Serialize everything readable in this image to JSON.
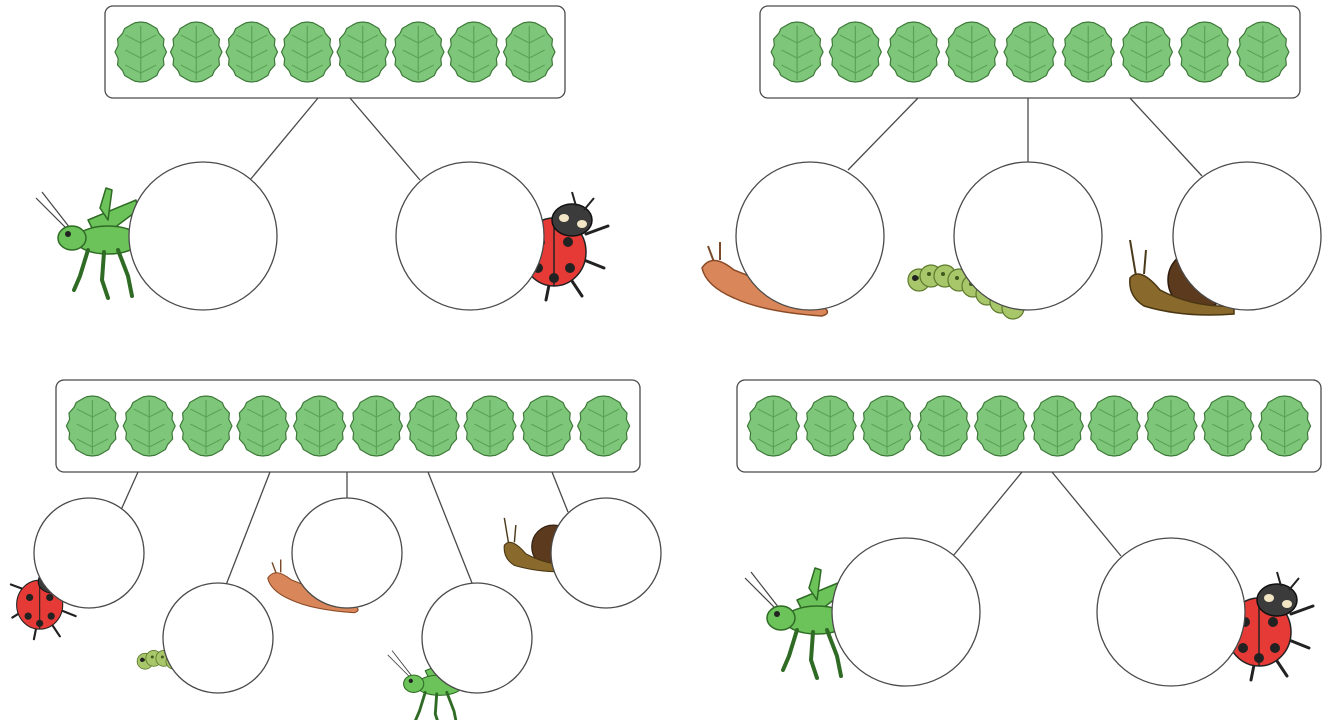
{
  "colors": {
    "background": "#ffffff",
    "outline": "#4a4a4a",
    "leaf_fill": "#7ec77a",
    "leaf_stroke": "#3f7a3a",
    "leaf_vein": "#5aa356",
    "grasshopper": "#6cc35a",
    "ladybird_red": "#e53a35",
    "ladybird_head": "#3b3b3b",
    "slug": "#d9875a",
    "snail_body": "#8a6a2c",
    "snail_shell": "#5b3a1e",
    "caterpillar": "#a8c66a"
  },
  "worksheet": {
    "problems": [
      {
        "id": "top-left",
        "leaf_count": 8,
        "part_count": 2,
        "circle_answers": [
          "",
          ""
        ],
        "animals": [
          "grasshopper-icon",
          "ladybird-icon"
        ]
      },
      {
        "id": "top-right",
        "leaf_count": 9,
        "part_count": 3,
        "circle_answers": [
          "",
          "",
          ""
        ],
        "animals": [
          "slug-icon",
          "caterpillar-icon",
          "snail-icon"
        ]
      },
      {
        "id": "bottom-left",
        "leaf_count": 10,
        "part_count": 5,
        "circle_answers": [
          "",
          "",
          "",
          "",
          ""
        ],
        "animals": [
          "ladybird-icon",
          "caterpillar-icon",
          "slug-icon",
          "grasshopper-icon",
          "snail-icon"
        ]
      },
      {
        "id": "bottom-right",
        "leaf_count": 10,
        "part_count": 2,
        "circle_answers": [
          "",
          ""
        ],
        "animals": [
          "grasshopper-icon",
          "ladybird-icon"
        ]
      }
    ]
  }
}
